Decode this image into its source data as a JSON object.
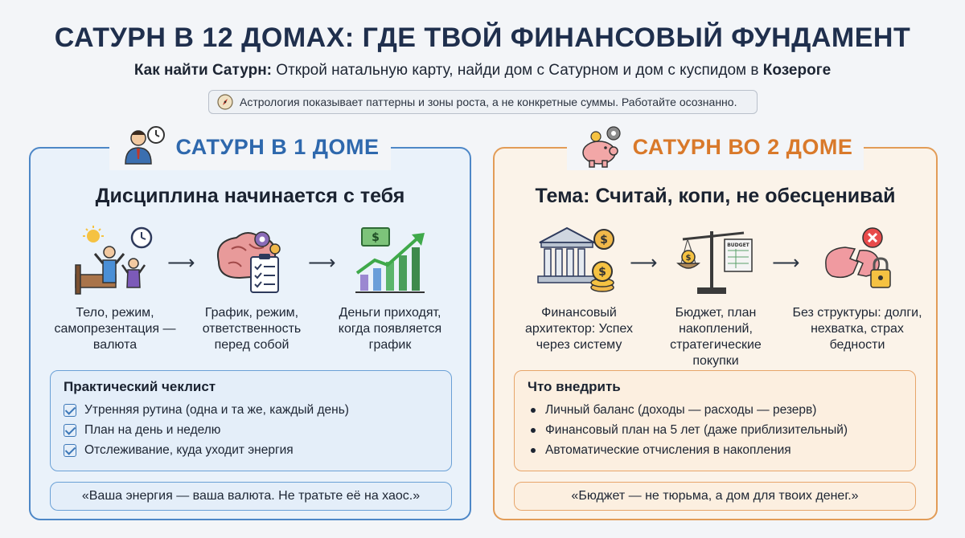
{
  "header": {
    "title": "САТУРН В 12 ДОМАХ: ГДЕ ТВОЙ ФИНАНСОВЫЙ ФУНДАМЕНТ",
    "subtitle_bold": "Как найти Сатурн:",
    "subtitle_text": " Открой натальную карту, найди дом с Сатурном и дом с куспидом в ",
    "subtitle_end": "Козероге",
    "note": "Астрология показывает паттерны и зоны роста, а не конкретные суммы. Работайте осознанно.",
    "note_icon": "compass-icon"
  },
  "left": {
    "label": "САТУРН В 1 ДОМЕ",
    "icon": "person-clock-icon",
    "heading": "Дисциплина начинается с тебя",
    "steps": [
      {
        "caption": "Тело, режим, самопрезентация — валюта",
        "icon": "body-routine-icon"
      },
      {
        "caption": "График, режим, ответственность перед собой",
        "icon": "brain-gears-icon"
      },
      {
        "caption": "Деньги приходят, когда появляется график",
        "icon": "growth-chart-icon"
      }
    ],
    "checklist_title": "Практический чеклист",
    "checklist": [
      "Утренняя рутина (одна и та же, каждый день)",
      "План на день и неделю",
      "Отслеживание, куда уходит энергия"
    ],
    "quote": "«Ваша энергия — ваша валюта. Не тратьте её на хаос.»",
    "accent": "#2e68ad"
  },
  "right": {
    "label": "САТУРН ВО 2 ДОМЕ",
    "icon": "piggy-bank-gear-icon",
    "heading": "Тема: Считай, копи, не обесценивай",
    "steps": [
      {
        "caption": "Финансовый архитектор: Успех через систему",
        "icon": "bank-coins-icon"
      },
      {
        "caption": "Бюджет, план накоплений, стратегические покупки",
        "icon": "scales-budget-icon"
      },
      {
        "caption": "Без структуры: долги, нехватка, страх бедности",
        "icon": "broken-piggy-lock-icon"
      }
    ],
    "budget_label": "BUDGET",
    "list_title": "Что внедрить",
    "list": [
      "Личный баланс (доходы — расходы — резерв)",
      "Финансовый план на 5 лет (даже приблизительный)",
      "Автоматические отчисления в накопления"
    ],
    "quote": "«Бюджет — не тюрьма, а дом для твоих денег.»",
    "accent": "#d9792a"
  }
}
